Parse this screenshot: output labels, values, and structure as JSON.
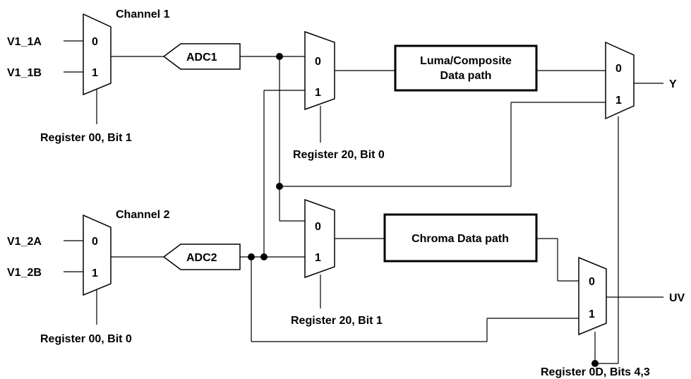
{
  "channel1": {
    "title": "Channel 1",
    "input_a": "V1_1A",
    "input_b": "V1_1B",
    "mux_in0": "0",
    "mux_in1": "1",
    "register": "Register 00, Bit 1",
    "adc": "ADC1"
  },
  "channel2": {
    "title": "Channel 2",
    "input_a": "V1_2A",
    "input_b": "V1_2B",
    "mux_in0": "0",
    "mux_in1": "1",
    "register": "Register 00, Bit 0",
    "adc": "ADC2"
  },
  "luma_mux": {
    "in0": "0",
    "in1": "1",
    "register": "Register 20, Bit 0"
  },
  "chroma_mux": {
    "in0": "0",
    "in1": "1",
    "register": "Register 20, Bit 1"
  },
  "luma_path": {
    "line1": "Luma/Composite",
    "line2": "Data path"
  },
  "chroma_path": {
    "label": "Chroma Data path"
  },
  "y_mux": {
    "in0": "0",
    "in1": "1",
    "output": "Y"
  },
  "uv_mux": {
    "in0": "0",
    "in1": "1",
    "output": "UV"
  },
  "output_register": "Register 0D, Bits 4,3"
}
